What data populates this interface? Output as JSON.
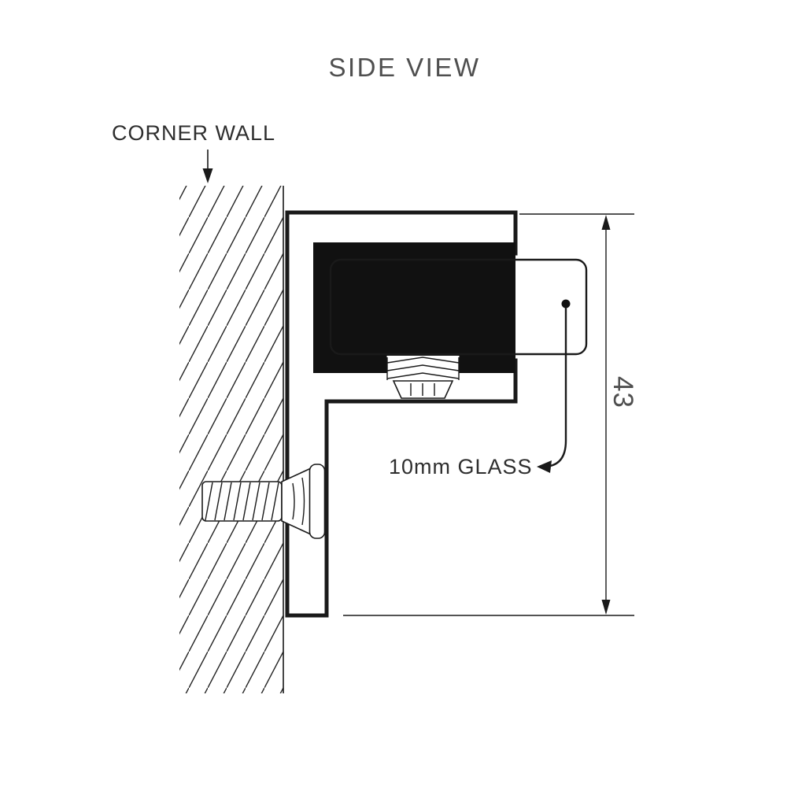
{
  "title": "SIDE VIEW",
  "diagram": {
    "wall_label": "CORNER WALL",
    "glass_label": "10mm GLASS",
    "dimension_label": "43"
  },
  "colors": {
    "glass": "#9fd6ba",
    "metal_light": "#dedede",
    "metal_dark": "#8a8a8a",
    "line": "#1a1a1a",
    "title_text": "#4f4f4f",
    "label_text": "#2e2e2e",
    "dim_text": "#4f4f4f",
    "background": "#ffffff"
  }
}
